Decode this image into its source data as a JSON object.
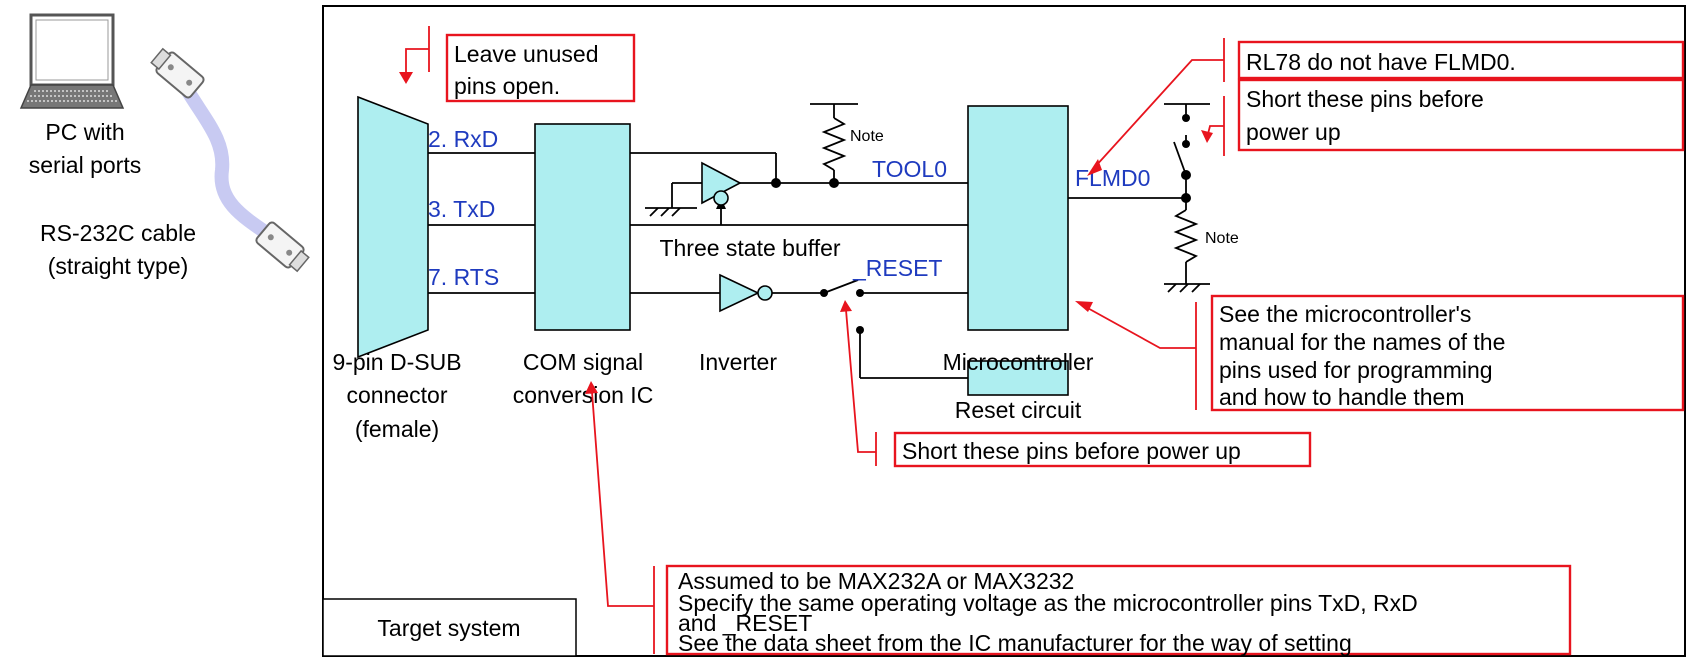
{
  "pc": {
    "label_lines": [
      "PC with",
      "serial ports"
    ],
    "cable_lines": [
      "RS-232C cable",
      "(straight type)"
    ]
  },
  "target_system_label": "Target system",
  "connector": {
    "pins": [
      "2. RxD",
      "3. TxD",
      "7. RTS"
    ],
    "label_lines": [
      "9-pin D-SUB",
      "connector",
      "(female)"
    ]
  },
  "com_ic": {
    "label_lines": [
      "COM signal",
      "conversion IC"
    ]
  },
  "buffer_label": "Three state buffer",
  "inverter_label": "Inverter",
  "mcu": {
    "label": "Microcontroller",
    "pins": {
      "tool0": "TOOL0",
      "reset": "_RESET",
      "flmd0": "FLMD0"
    }
  },
  "reset_circuit_label": "Reset circuit",
  "notes": {
    "tool0_resistor": "Note",
    "flmd0_resistor": "Note"
  },
  "callouts": {
    "unused_pins": [
      "Leave unused",
      "pins open."
    ],
    "rl78": [
      "RL78 do not have FLMD0."
    ],
    "flmd0_short": [
      "Short these pins before",
      "power up"
    ],
    "pin_names": [
      "See the microcontroller's",
      "manual for the names of the",
      "pins used for programming",
      "and how to handle them"
    ],
    "reset_short": [
      "Short these pins before power up"
    ],
    "max232": [
      "Assumed to be MAX232A or MAX3232",
      "Specify the same operating voltage as the microcontroller pins TxD, RxD",
      "and _RESET",
      "See the data sheet from the IC manufacturer for the way of setting"
    ]
  },
  "colors": {
    "callout_red": "#e8141e",
    "pin_blue": "#1f3bbf",
    "block_cyan": "#aeeef0",
    "cable": "#c8caf2"
  },
  "icons": [
    "laptop-icon",
    "db9-plug-icon"
  ]
}
